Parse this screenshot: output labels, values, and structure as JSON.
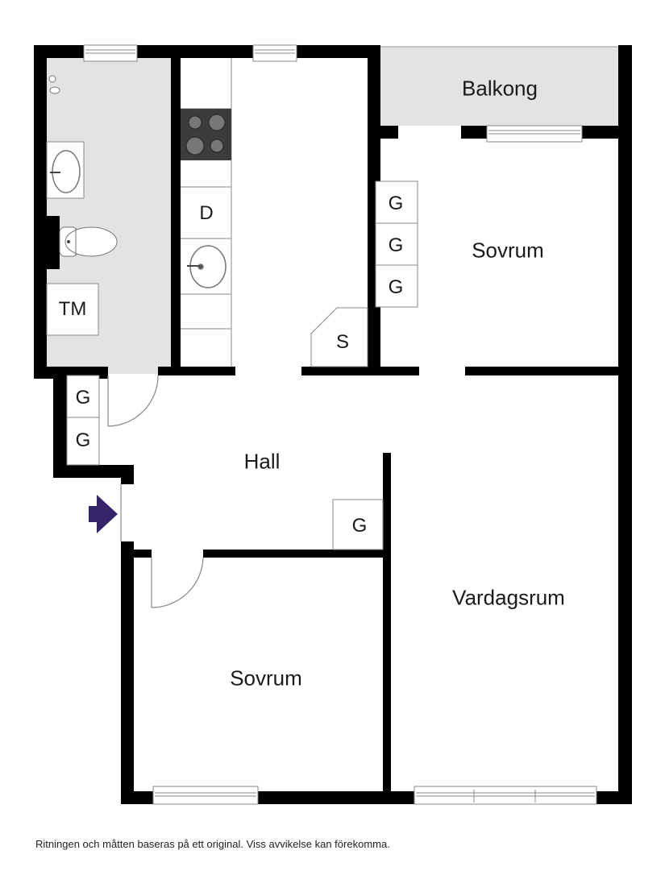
{
  "floorplan": {
    "rooms": {
      "balkong": "Balkong",
      "sovrum_top": "Sovrum",
      "hall": "Hall",
      "vardagsrum": "Vardagsrum",
      "sovrum_bottom": "Sovrum"
    },
    "fixtures": {
      "tm": "TM",
      "d": "D",
      "s": "S",
      "g_bedroom_1": "G",
      "g_bedroom_2": "G",
      "g_bedroom_3": "G",
      "g_hall_1": "G",
      "g_hall_2": "G",
      "g_hall_3": "G"
    },
    "colors": {
      "wall": "#000000",
      "wet_room": "#e3e3e3",
      "balcony": "#e3e3e3",
      "stove": "#3c3c3c",
      "entrance_arrow": "#34256b",
      "thin_line": "#888888"
    },
    "icons": [
      "entrance-arrow-icon",
      "stove-icon",
      "sink-icon",
      "toilet-icon",
      "shower-faucet-icon",
      "window-icon",
      "door-swing-icon"
    ]
  },
  "footer": {
    "disclaimer": "Ritningen och måtten baseras på ett original. Viss avvikelse kan förekomma."
  }
}
